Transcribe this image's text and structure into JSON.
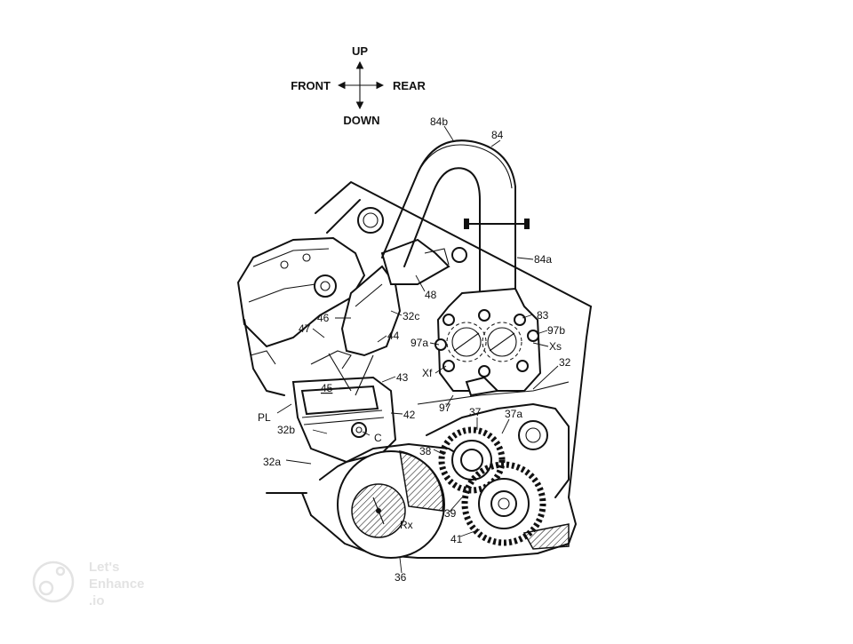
{
  "directions": {
    "up": "UP",
    "down": "DOWN",
    "front": "FRONT",
    "rear": "REAR"
  },
  "labels": {
    "l84b": "84b",
    "l84": "84",
    "l84a": "84a",
    "l48": "48",
    "l32c": "32c",
    "l46": "46",
    "l47": "47",
    "l44": "44",
    "l83": "83",
    "l97a": "97a",
    "l97b": "97b",
    "lXs": "Xs",
    "lXf": "Xf",
    "l32": "32",
    "l43": "43",
    "l45": "45",
    "l42": "42",
    "l97": "97",
    "l37": "37",
    "l37a": "37a",
    "lPL": "PL",
    "l32b": "32b",
    "lC": "C",
    "l38": "38",
    "l32a": "32a",
    "l39": "39",
    "lRx": "Rx",
    "l41": "41",
    "l36": "36"
  },
  "watermark": {
    "line1": "Let's",
    "line2": "Enhance",
    "line3": ".io"
  }
}
